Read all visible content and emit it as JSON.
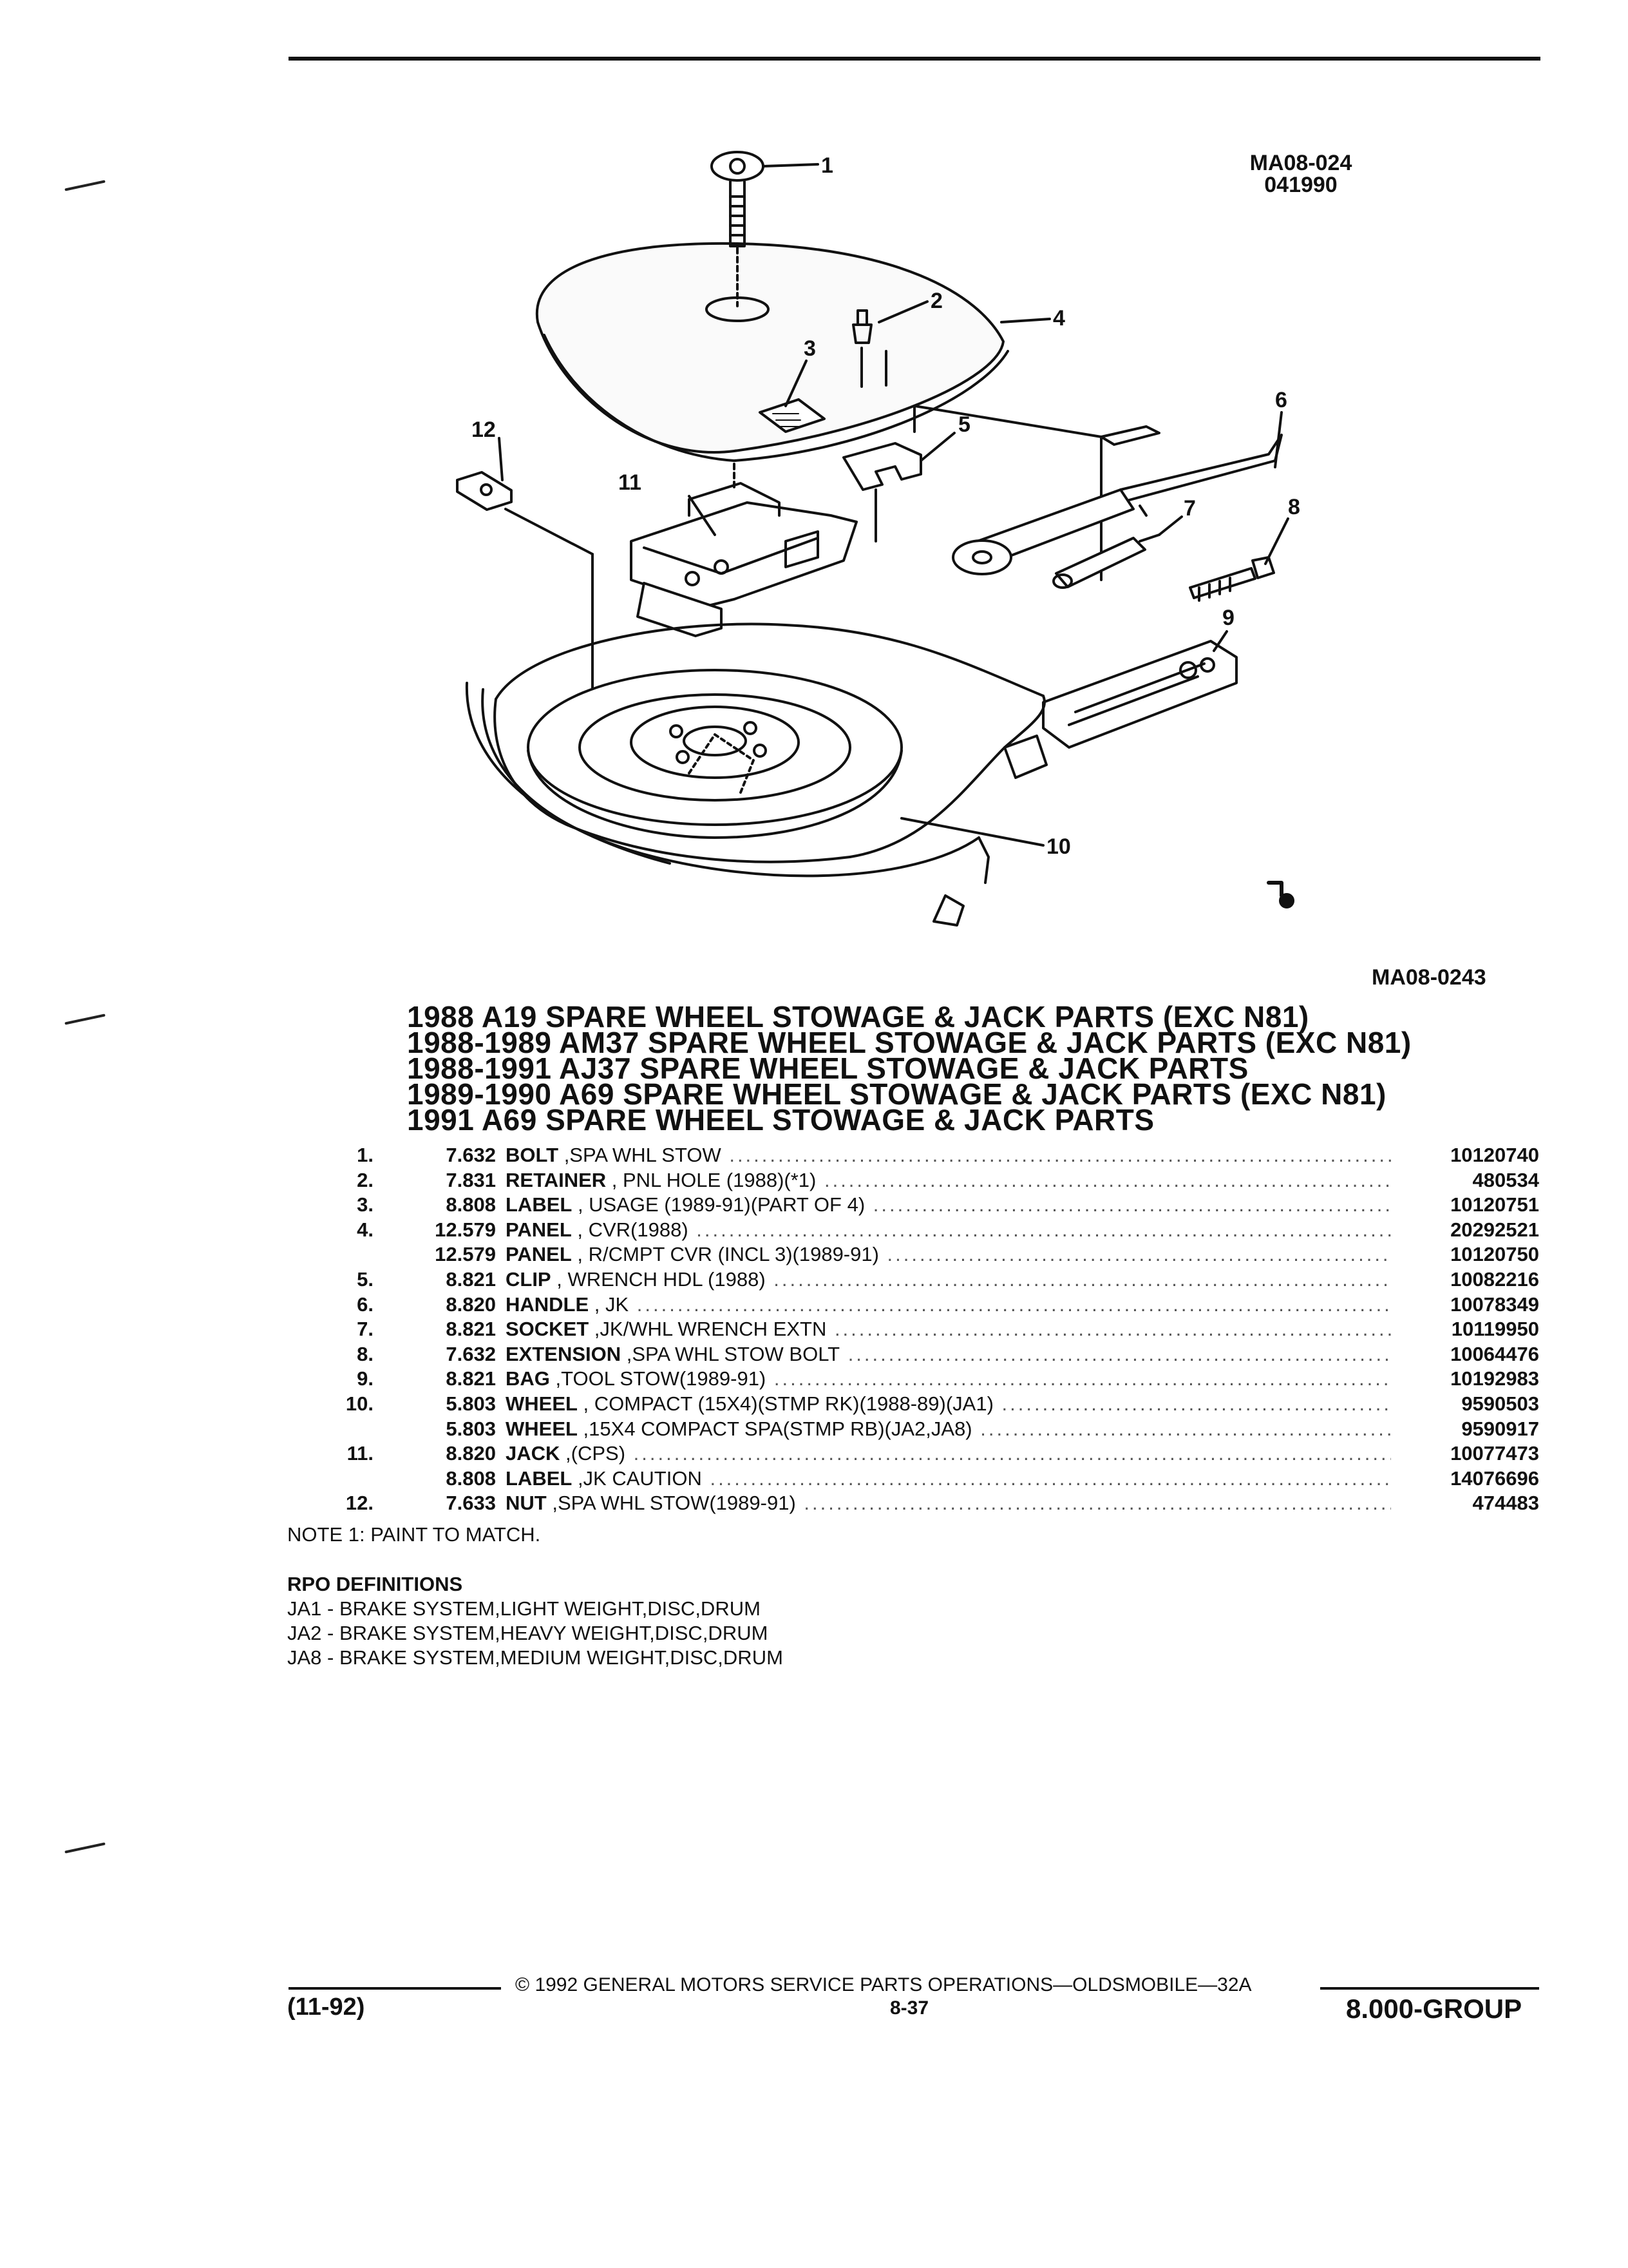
{
  "figure": {
    "ref_top": [
      "MA08-024",
      "041990"
    ],
    "ref_bottom": "MA08-0243",
    "callouts": [
      "1",
      "2",
      "3",
      "4",
      "5",
      "6",
      "7",
      "8",
      "9",
      "10",
      "11",
      "12"
    ]
  },
  "titles": [
    "1988 A19 SPARE WHEEL STOWAGE & JACK PARTS (EXC N81)",
    "1988-1989 AM37 SPARE WHEEL STOWAGE & JACK PARTS (EXC N81)",
    "1988-1991 AJ37 SPARE WHEEL STOWAGE & JACK PARTS",
    "1989-1990 A69 SPARE WHEEL STOWAGE & JACK PARTS (EXC N81)",
    "1991 A69 SPARE WHEEL STOWAGE & JACK PARTS"
  ],
  "parts": [
    {
      "index": "1.",
      "qty": "7.632",
      "name": "BOLT",
      "detail": " ,SPA WHL STOW",
      "part": "10120740"
    },
    {
      "index": "2.",
      "qty": "7.831",
      "name": "RETAINER",
      "detail": " , PNL HOLE (1988)(*1)",
      "part": "480534"
    },
    {
      "index": "3.",
      "qty": "8.808",
      "name": "LABEL",
      "detail": " , USAGE (1989-91)(PART OF 4)",
      "part": "10120751"
    },
    {
      "index": "4.",
      "qty": "12.579",
      "name": "PANEL",
      "detail": " , CVR(1988)",
      "part": "20292521"
    },
    {
      "index": "",
      "qty": "12.579",
      "name": "PANEL",
      "detail": " , R/CMPT CVR (INCL 3)(1989-91)",
      "part": "10120750"
    },
    {
      "index": "5.",
      "qty": "8.821",
      "name": "CLIP",
      "detail": " , WRENCH HDL (1988)",
      "part": "10082216"
    },
    {
      "index": "6.",
      "qty": "8.820",
      "name": "HANDLE",
      "detail": " , JK",
      "part": "10078349"
    },
    {
      "index": "7.",
      "qty": "8.821",
      "name": "SOCKET",
      "detail": " ,JK/WHL WRENCH EXTN",
      "part": "10119950"
    },
    {
      "index": "8.",
      "qty": "7.632",
      "name": "EXTENSION",
      "detail": " ,SPA WHL STOW BOLT",
      "part": "10064476"
    },
    {
      "index": "9.",
      "qty": "8.821",
      "name": "BAG",
      "detail": " ,TOOL STOW(1989-91)",
      "part": "10192983"
    },
    {
      "index": "10.",
      "qty": "5.803",
      "name": "WHEEL",
      "detail": " , COMPACT (15X4)(STMP RK)(1988-89)(JA1)",
      "part": "9590503"
    },
    {
      "index": "",
      "qty": "5.803",
      "name": "WHEEL",
      "detail": " ,15X4 COMPACT SPA(STMP RB)(JA2,JA8)",
      "part": "9590917"
    },
    {
      "index": "11.",
      "qty": "8.820",
      "name": "JACK",
      "detail": " ,(CPS)",
      "part": "10077473"
    },
    {
      "index": "",
      "qty": "8.808",
      "name": "LABEL",
      "detail": " ,JK CAUTION",
      "part": "14076696"
    },
    {
      "index": "12.",
      "qty": "7.633",
      "name": "NUT",
      "detail": " ,SPA WHL STOW(1989-91)",
      "part": "474483"
    }
  ],
  "note": "NOTE 1: PAINT TO MATCH.",
  "rpo": {
    "heading": "RPO DEFINITIONS",
    "items": [
      "JA1 - BRAKE SYSTEM,LIGHT WEIGHT,DISC,DRUM",
      "JA2 - BRAKE SYSTEM,HEAVY WEIGHT,DISC,DRUM",
      "JA8 - BRAKE SYSTEM,MEDIUM WEIGHT,DISC,DRUM"
    ]
  },
  "footer": {
    "copyright": "© 1992 GENERAL MOTORS SERVICE PARTS OPERATIONS—OLDSMOBILE—32A",
    "date": "(11-92)",
    "page": "8-37",
    "group": "8.000-GROUP"
  }
}
